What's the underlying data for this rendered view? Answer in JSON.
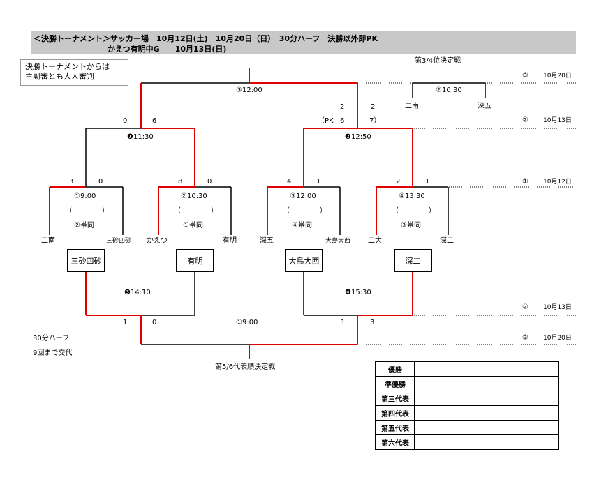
{
  "header": {
    "line1": "＜決勝トーナメント＞サッカー場　10月12日(土)　10月20日（日）　30分ハーフ　決勝以外即PK",
    "line2": "かえつ有明中G　　10月13日(日)"
  },
  "note": {
    "line1": "決勝トーナメントからは",
    "line2": "主副審とも大人審判"
  },
  "round_markers": [
    {
      "num": "③",
      "date": "10月20日"
    },
    {
      "num": "②",
      "date": "10月13日"
    },
    {
      "num": "①",
      "date": "10月12日"
    },
    {
      "num": "②",
      "date": "10月13日"
    },
    {
      "num": "③",
      "date": "10月20日"
    }
  ],
  "third_place": {
    "title": "第3/4位決定戦",
    "time": "②10:30",
    "left": "二南",
    "right": "深五"
  },
  "final": {
    "time": "③12:00",
    "left_score": "2",
    "right_score": "2"
  },
  "semis": {
    "left": {
      "time": "❶11:30",
      "score_l": "0",
      "score_r": "6"
    },
    "right": {
      "time": "❷12:50",
      "pk_l": "（PK",
      "score_l": "6",
      "pk_r": "7）"
    }
  },
  "first_round": [
    {
      "time": "①9:00",
      "paren_l": "（",
      "paren_r": "）",
      "ref": "②帯同",
      "score_l": "3",
      "score_r": "0",
      "team_l": "二南",
      "team_r": "三砂四砂"
    },
    {
      "time": "②10:30",
      "paren_l": "（",
      "paren_r": "）",
      "ref": "①帯同",
      "score_l": "8",
      "score_r": "0",
      "team_l": "かえつ",
      "team_r": "有明"
    },
    {
      "time": "③12:00",
      "paren_l": "（",
      "paren_r": "）",
      "ref": "④帯同",
      "score_l": "4",
      "score_r": "1",
      "team_l": "深五",
      "team_r": "大島大西"
    },
    {
      "time": "④13:30",
      "paren_l": "（",
      "paren_r": "）",
      "ref": "③帯同",
      "score_l": "2",
      "score_r": "1",
      "team_l": "二大",
      "team_r": "深二"
    }
  ],
  "losers": [
    "三砂四砂",
    "有明",
    "大島大西",
    "深二"
  ],
  "consolation": {
    "left_time": "❸14:10",
    "right_time": "❹15:30",
    "final_time": "①9:00",
    "s1": "1",
    "s2": "0",
    "s3": "1",
    "s4": "3",
    "title": "第5/6代表順決定戦"
  },
  "rules": {
    "line1": "30分ハーフ",
    "line2": "9回まで交代"
  },
  "results": [
    {
      "label": "優勝",
      "value": ""
    },
    {
      "label": "準優勝",
      "value": ""
    },
    {
      "label": "第三代表",
      "value": ""
    },
    {
      "label": "第四代表",
      "value": ""
    },
    {
      "label": "第五代表",
      "value": ""
    },
    {
      "label": "第六代表",
      "value": ""
    }
  ],
  "colors": {
    "win": "#e00000",
    "line": "#000000",
    "header_bg": "#c8c8c8"
  }
}
